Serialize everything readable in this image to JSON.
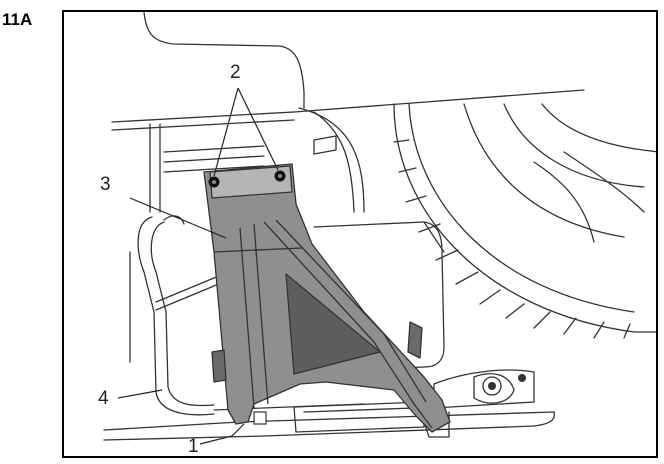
{
  "figure": {
    "label": "11A",
    "callouts": {
      "c1": "1",
      "c2": "2",
      "c3": "3",
      "c4": "4"
    }
  },
  "colors": {
    "line": "#333333",
    "bracket": "#8a8a8a",
    "bracket_dark": "#5e5e5e",
    "shadow": "#b5b5b5"
  }
}
